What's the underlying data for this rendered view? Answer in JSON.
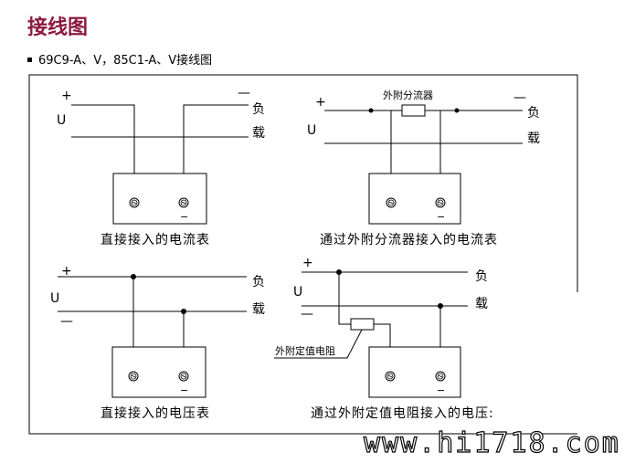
{
  "page": {
    "title": "接线图",
    "subtitle": "69C9-A、V，85C1-A、V接线图"
  },
  "diagrams": {
    "d1": {
      "plus": "+",
      "minus": "—",
      "u": "U",
      "load_top": "负",
      "load_bottom": "载",
      "caption": "直接接入的电流表",
      "meter_minus": "−"
    },
    "d2": {
      "plus": "+",
      "minus": "—",
      "u": "U",
      "load_top": "负",
      "load_bottom": "载",
      "shunt_label": "外附分流器",
      "caption": "通过外附分流器接入的电流表",
      "meter_minus": "−"
    },
    "d3": {
      "plus": "+",
      "minus": "—",
      "u": "U",
      "load_top": "负",
      "load_bottom": "载",
      "caption": "直接接入的电压表",
      "meter_minus": "−"
    },
    "d4": {
      "plus": "+",
      "minus": "—",
      "u": "U",
      "load_top": "负",
      "load_bottom": "载",
      "resistor_label": "外附定值电阻",
      "caption": "通过外附定值电阻接入的电压:",
      "meter_minus": "−"
    }
  },
  "watermark": "www.hi1718.com"
}
